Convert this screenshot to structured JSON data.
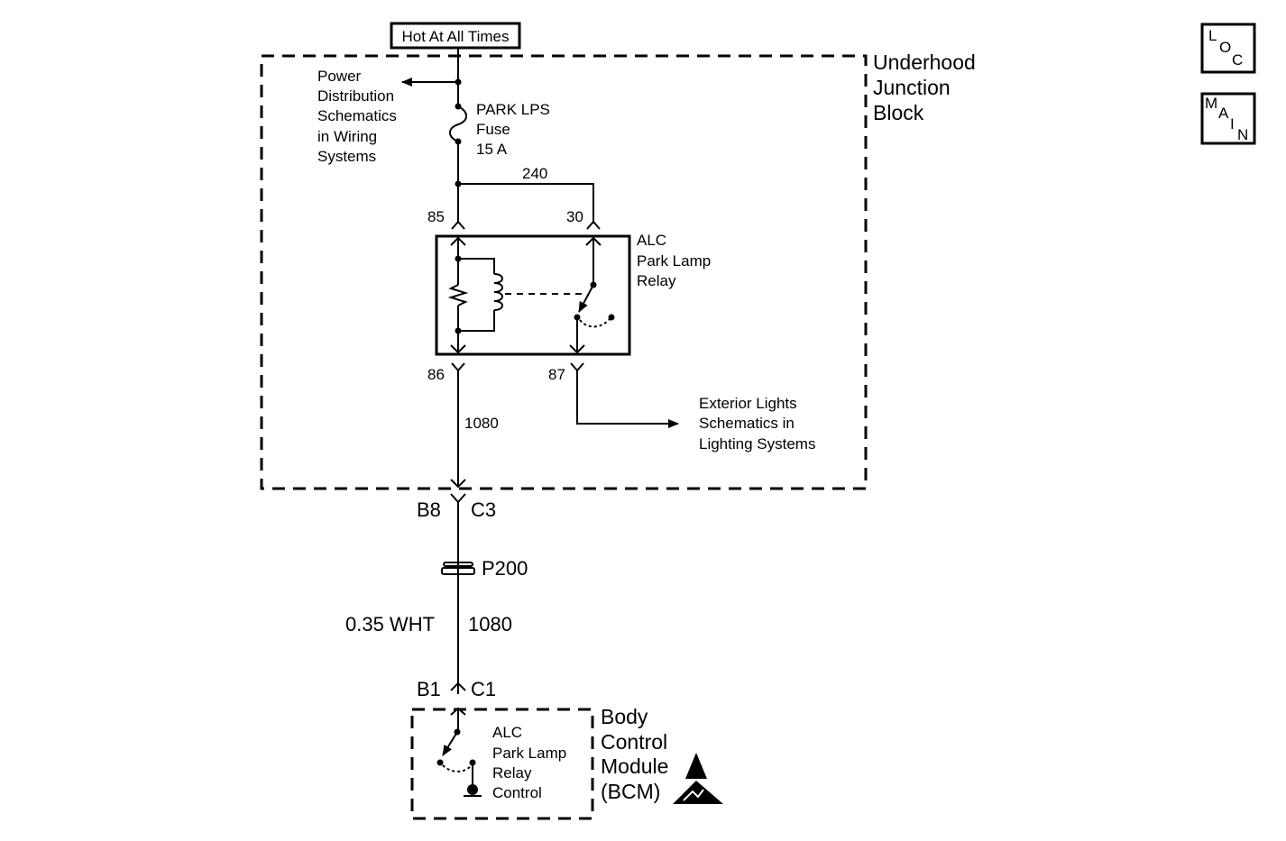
{
  "power_label": "Hot At All Times",
  "underhood_block": {
    "name_lines": [
      "Underhood",
      "Junction",
      "Block"
    ]
  },
  "power_distribution_ref": {
    "lines": [
      "Power",
      "Distribution",
      "Schematics",
      "in Wiring",
      "Systems"
    ]
  },
  "fuse": {
    "lines": [
      "PARK LPS",
      "Fuse",
      "15 A"
    ]
  },
  "circuit_240": "240",
  "relay": {
    "name_lines": [
      "ALC",
      "Park Lamp",
      "Relay"
    ],
    "terminals": {
      "t85": "85",
      "t30": "30",
      "t86": "86",
      "t87": "87"
    }
  },
  "circuit_1080_top": "1080",
  "exterior_lights_ref": {
    "lines": [
      "Exterior Lights",
      "Schematics in",
      "Lighting Systems"
    ]
  },
  "connector_top": {
    "left": "B8",
    "right": "C3"
  },
  "splice": "P200",
  "wire": {
    "gauge_color": "0.35 WHT",
    "circuit": "1080"
  },
  "connector_bottom": {
    "left": "B1",
    "right": "C1"
  },
  "bcm": {
    "name_lines": [
      "Body",
      "Control",
      "Module",
      "(BCM)"
    ],
    "internal_lines": [
      "ALC",
      "Park Lamp",
      "Relay",
      "Control"
    ]
  },
  "nav": {
    "loc": [
      "L",
      "O",
      "C"
    ],
    "main": [
      "M",
      "A",
      "I",
      "N"
    ]
  }
}
